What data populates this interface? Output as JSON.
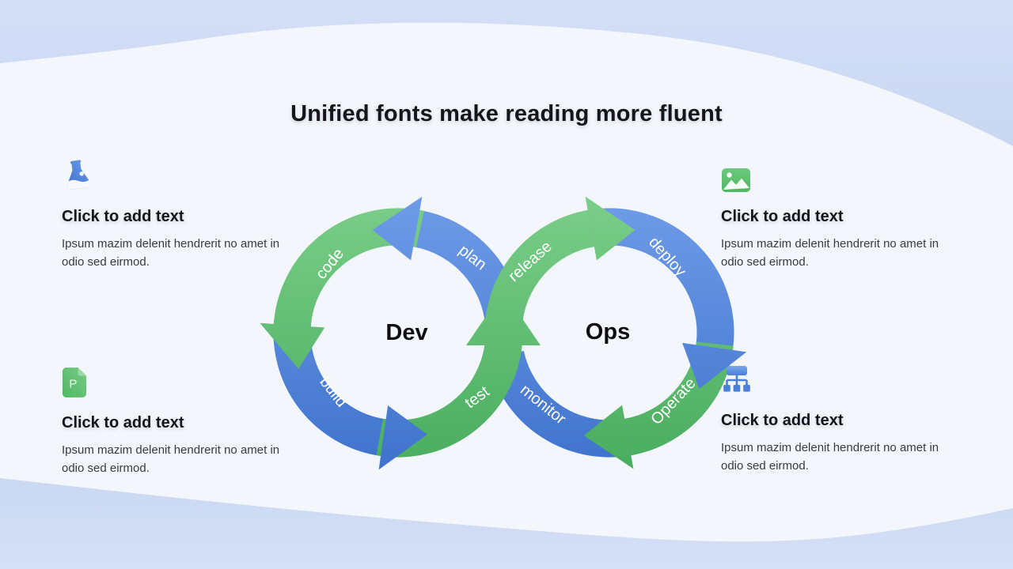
{
  "slide": {
    "title": "Unified fonts make reading more fluent"
  },
  "colors": {
    "blue": "#4a80d8",
    "green": "#5abc6e",
    "background": "#f3f6fb",
    "band": "#cdd9f3",
    "heading_text": "#15151a",
    "body_text": "#3a3a40",
    "loop_label_text": "#0e0e12",
    "stage_label_text": "#ffffff"
  },
  "diagram": {
    "left_loop_label": "Dev",
    "right_loop_label": "Ops",
    "stages": [
      {
        "label": "plan"
      },
      {
        "label": "code"
      },
      {
        "label": "build"
      },
      {
        "label": "test"
      },
      {
        "label": "release"
      },
      {
        "label": "deploy"
      },
      {
        "label": "Operate"
      },
      {
        "label": "monitor"
      }
    ]
  },
  "text_blocks": [
    {
      "icon": "flask-icon",
      "heading": "Click to add text",
      "body": "Ipsum mazim delenit hendrerit no amet in odio sed eirmod."
    },
    {
      "icon": "image-icon",
      "heading": "Click to add text",
      "body": "Ipsum mazim delenit hendrerit no amet in odio sed eirmod."
    },
    {
      "icon": "p-document-icon",
      "icon_letter": "P",
      "heading": "Click to add text",
      "body": "Ipsum mazim delenit hendrerit no amet in odio sed eirmod."
    },
    {
      "icon": "sitemap-icon",
      "heading": "Click to add text",
      "body": "Ipsum mazim delenit hendrerit no amet in odio sed eirmod."
    }
  ]
}
